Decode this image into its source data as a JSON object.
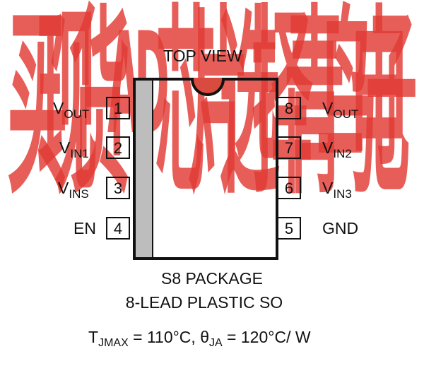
{
  "watermark": {
    "text": "买现货AD芯片选择青鸟电子",
    "color": "#e23b35",
    "chars": [
      "买",
      "现",
      "货",
      "A",
      "D",
      "芯",
      "片",
      "选",
      "择",
      "青",
      "鸟",
      "电",
      "子"
    ]
  },
  "diagram": {
    "top_label": "TOP VIEW",
    "package_line1": "S8 PACKAGE",
    "package_line2": "8-LEAD PLASTIC SO",
    "thermal": {
      "t_symbol": "T",
      "t_sub": "JMAX",
      "t_value": " = 110°C, ",
      "theta_symbol": "θ",
      "theta_sub": "JA",
      "theta_value": " = 120°C/ W"
    },
    "left_pins": [
      {
        "number": "1",
        "label_main": "V",
        "label_sub": "OUT"
      },
      {
        "number": "2",
        "label_main": "V",
        "label_sub": "IN1"
      },
      {
        "number": "3",
        "label_main": "V",
        "label_sub": "INS"
      },
      {
        "number": "4",
        "label_main": "EN",
        "label_sub": ""
      }
    ],
    "right_pins": [
      {
        "number": "8",
        "label_main": "V",
        "label_sub": "OUT"
      },
      {
        "number": "7",
        "label_main": "V",
        "label_sub": "IN2"
      },
      {
        "number": "6",
        "label_main": "V",
        "label_sub": "IN3"
      },
      {
        "number": "5",
        "label_main": "GND",
        "label_sub": ""
      }
    ],
    "colors": {
      "stroke": "#111111",
      "stripe": "#bdbdbd",
      "notch_fill": "#d94b3f"
    }
  }
}
